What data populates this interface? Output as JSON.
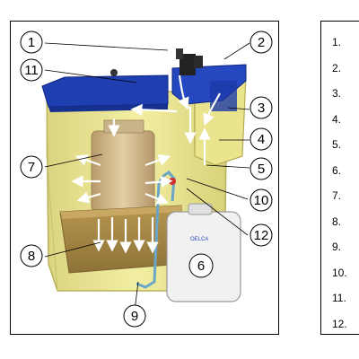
{
  "callouts": [
    {
      "label": "1"
    },
    {
      "label": "2"
    },
    {
      "label": "3"
    },
    {
      "label": "4"
    },
    {
      "label": "5"
    },
    {
      "label": "6"
    },
    {
      "label": "7"
    },
    {
      "label": "8"
    },
    {
      "label": "9"
    },
    {
      "label": "10"
    },
    {
      "label": "11"
    },
    {
      "label": "12"
    }
  ],
  "canister_label": "OELCA",
  "key": [
    "1.",
    "2.",
    "3.",
    "4.",
    "5.",
    "6.",
    "7.",
    "8.",
    "9.",
    "10.",
    "11.",
    "12."
  ],
  "colors": {
    "housing_yellow": "#e8e38a",
    "lid_blue": "#1f3fb0",
    "filter_tan": "#cdb488",
    "tray_brown": "#a8884a",
    "tube_blue": "#6aa6c8",
    "arrow_white": "#ffffff"
  }
}
